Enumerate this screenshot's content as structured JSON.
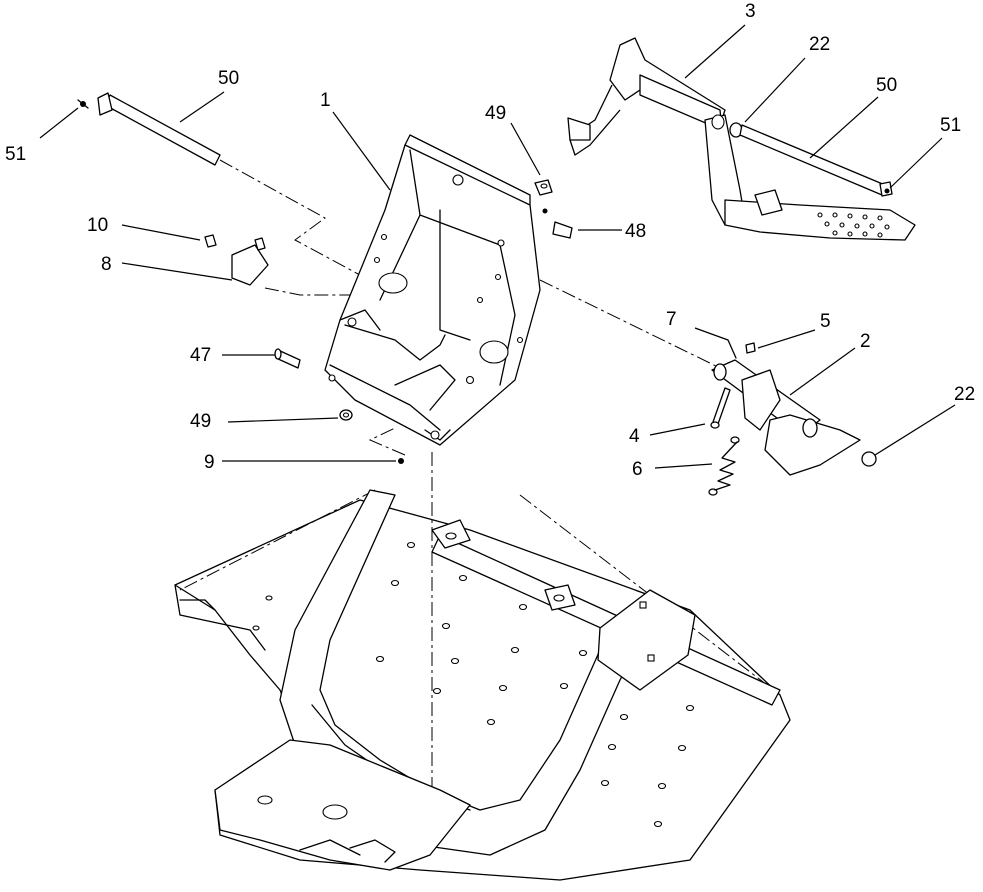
{
  "callouts": [
    {
      "id": "c3",
      "text": "3"
    },
    {
      "id": "c22a",
      "text": "22"
    },
    {
      "id": "c50a",
      "text": "50"
    },
    {
      "id": "c51a",
      "text": "51"
    },
    {
      "id": "c50b",
      "text": "50"
    },
    {
      "id": "c51b",
      "text": "51"
    },
    {
      "id": "c1",
      "text": "1"
    },
    {
      "id": "c49a",
      "text": "49"
    },
    {
      "id": "c48",
      "text": "48"
    },
    {
      "id": "c10",
      "text": "10"
    },
    {
      "id": "c8",
      "text": "8"
    },
    {
      "id": "c7",
      "text": "7"
    },
    {
      "id": "c5",
      "text": "5"
    },
    {
      "id": "c2",
      "text": "2"
    },
    {
      "id": "c47",
      "text": "47"
    },
    {
      "id": "c22b",
      "text": "22"
    },
    {
      "id": "c49b",
      "text": "49"
    },
    {
      "id": "c4",
      "text": "4"
    },
    {
      "id": "c9",
      "text": "9"
    },
    {
      "id": "c6",
      "text": "6"
    }
  ]
}
